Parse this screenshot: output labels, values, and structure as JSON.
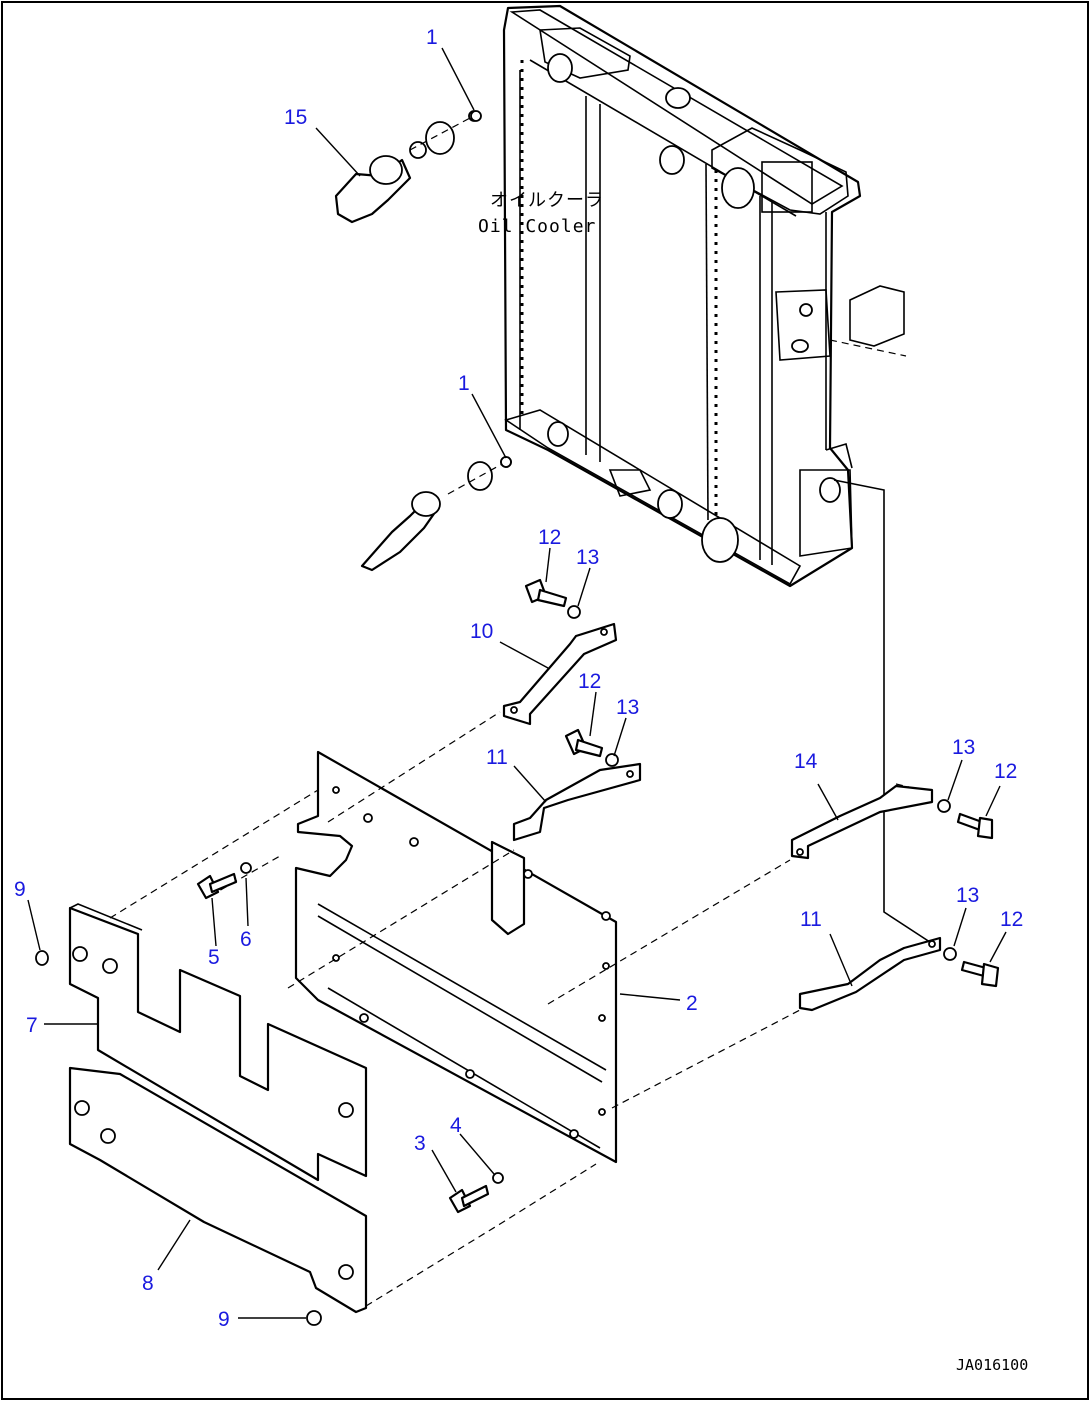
{
  "labels": {
    "oil_cooler_jp": "オイルクーラ",
    "oil_cooler_en": "Oil Cooler",
    "drawing_code": "JA016100"
  },
  "callouts": [
    {
      "id": "c1a",
      "text": "1"
    },
    {
      "id": "c15",
      "text": "15"
    },
    {
      "id": "c1b",
      "text": "1"
    },
    {
      "id": "c12a",
      "text": "12"
    },
    {
      "id": "c13a",
      "text": "13"
    },
    {
      "id": "c10",
      "text": "10"
    },
    {
      "id": "c12b",
      "text": "12"
    },
    {
      "id": "c13b",
      "text": "13"
    },
    {
      "id": "c11a",
      "text": "11"
    },
    {
      "id": "c14",
      "text": "14"
    },
    {
      "id": "c13c",
      "text": "13"
    },
    {
      "id": "c12c",
      "text": "12"
    },
    {
      "id": "c9a",
      "text": "9"
    },
    {
      "id": "c5",
      "text": "5"
    },
    {
      "id": "c6",
      "text": "6"
    },
    {
      "id": "c7",
      "text": "7"
    },
    {
      "id": "c2",
      "text": "2"
    },
    {
      "id": "c11b",
      "text": "11"
    },
    {
      "id": "c13d",
      "text": "13"
    },
    {
      "id": "c12d",
      "text": "12"
    },
    {
      "id": "c3",
      "text": "3"
    },
    {
      "id": "c4",
      "text": "4"
    },
    {
      "id": "c8",
      "text": "8"
    },
    {
      "id": "c9b",
      "text": "9"
    }
  ],
  "colors": {
    "callout": "#1a1adf",
    "line": "#000000",
    "background": "#ffffff"
  }
}
